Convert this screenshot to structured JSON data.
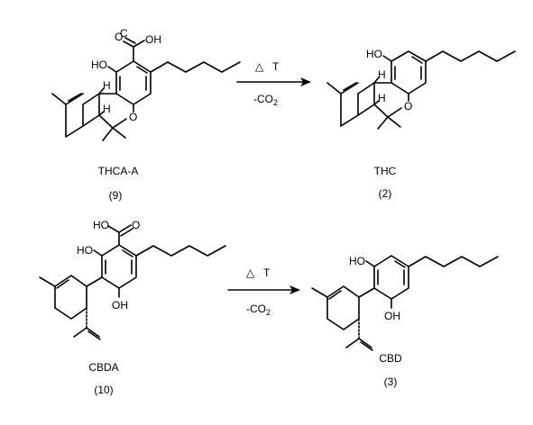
{
  "reactions": [
    {
      "reactant": {
        "name": "THCA-A",
        "number": "(9)",
        "groups": {
          "acid": "C",
          "acid_oh": "OH",
          "oxygen2": "O",
          "hydroxy": "HO",
          "h1": "H",
          "h2": "H",
          "ring_o": "O"
        }
      },
      "conditions": {
        "heat": "T",
        "loss": "-CO",
        "loss_sub": "2"
      },
      "product": {
        "name": "THC",
        "number": "(2)",
        "groups": {
          "hydroxy": "HO",
          "h1": "H",
          "h2": "H",
          "ring_o": "O"
        }
      }
    },
    {
      "reactant": {
        "name": "CBDA",
        "number": "(10)",
        "groups": {
          "acid_ho": "HO",
          "oxygen2": "O",
          "hydroxy1": "HO",
          "hydroxy2": "OH"
        }
      },
      "conditions": {
        "heat": "T",
        "loss": "-CO",
        "loss_sub": "2"
      },
      "product": {
        "name": "CBD",
        "number": "(3)",
        "groups": {
          "hydroxy1": "HO",
          "hydroxy2": "OH"
        }
      }
    }
  ]
}
